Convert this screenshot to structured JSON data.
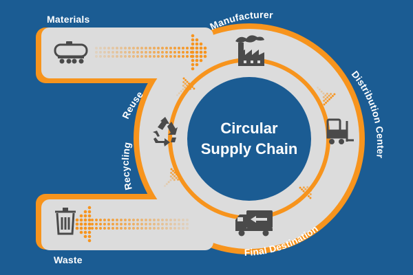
{
  "diagram": {
    "center_title_line1": "Circular",
    "center_title_line2": "Supply Chain",
    "stages": {
      "materials": "Materials",
      "manufacturer": "Manufacturer",
      "distribution_center": "Distribution Center",
      "final_destination": "Final Destination",
      "waste": "Waste",
      "recycling": "Recycling",
      "reuse": "Reuse"
    },
    "icons": {
      "materials": "tank-wagon-icon",
      "manufacturer": "factory-icon",
      "distribution_center": "forklift-icon",
      "final_destination": "delivery-truck-icon",
      "waste": "trash-bin-icon",
      "recycling": "recycle-icon"
    }
  },
  "colors": {
    "background": "#1b5c93",
    "ring": "#dcdcdc",
    "accent": "#f7941d",
    "center_disc": "#1b5c93",
    "icon": "#4a4a4a"
  }
}
